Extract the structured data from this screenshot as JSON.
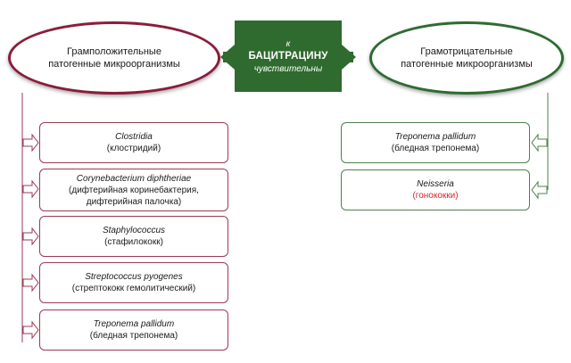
{
  "diagram": {
    "left_oval": {
      "line1": "Грамположительные",
      "line2": "патогенные микроорганизмы"
    },
    "right_oval": {
      "line1": "Грамотрицательные",
      "line2": "патогенные микроорганизмы"
    },
    "center": {
      "top": "к",
      "main": "БАЦИТРАЦИНУ",
      "bottom": "чувствительны"
    },
    "left_items": [
      {
        "latin": "Clostridia",
        "desc1": "(клостридий)",
        "desc2": ""
      },
      {
        "latin": "Corynebacterium diphtheriae",
        "desc1": "(дифтерийная коринебактерия,",
        "desc2": "дифтерийная палочка)"
      },
      {
        "latin": "Staphylococcus",
        "desc1": "(стафилококк)",
        "desc2": ""
      },
      {
        "latin": "Streptococcus pyogenes",
        "desc1": "(стрептококк гемолитический)",
        "desc2": ""
      },
      {
        "latin": "Treponema pallidum",
        "desc1": "(бледная трепонема)",
        "desc2": ""
      }
    ],
    "right_items": [
      {
        "latin": "Treponema pallidum",
        "desc1": "(бледная трепонема)"
      },
      {
        "latin": "Neisseria",
        "desc1": "(гонококки)"
      }
    ],
    "colors": {
      "left_accent": "#8a1c3c",
      "right_accent": "#2e6b30",
      "center_fill": "#2f6a2e",
      "highlight_text": "#d42a2a"
    }
  }
}
